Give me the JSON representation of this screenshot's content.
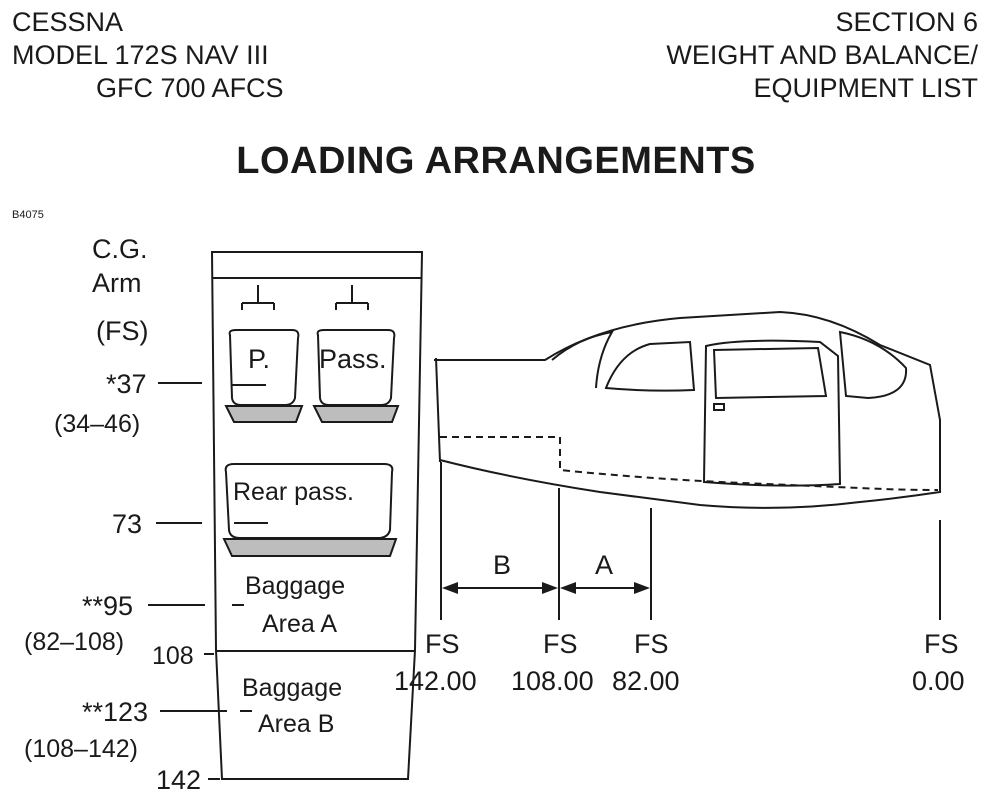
{
  "header": {
    "left": [
      "CESSNA",
      "MODEL 172S NAV III",
      "GFC 700 AFCS"
    ],
    "right": [
      "SECTION 6",
      "WEIGHT AND BALANCE/",
      "EQUIPMENT LIST"
    ]
  },
  "title": "LOADING ARRANGEMENTS",
  "figure_id": "B4075",
  "cg_arm": {
    "heading": [
      "C.G.",
      "Arm",
      "(FS)"
    ],
    "stations": [
      {
        "label": "*37",
        "range": "(34–46)"
      },
      {
        "label": "73",
        "range": ""
      },
      {
        "label": "**95",
        "range": "(82–108)"
      },
      {
        "label": "108",
        "range": ""
      },
      {
        "label": "**123",
        "range": "(108–142)"
      },
      {
        "label": "142",
        "range": ""
      }
    ]
  },
  "seats": {
    "pilot": "P.",
    "passenger": "Pass.",
    "rear": "Rear pass."
  },
  "baggage": {
    "area_a": [
      "Baggage",
      "Area A"
    ],
    "area_b": [
      "Baggage",
      "Area B"
    ]
  },
  "side_view": {
    "dimension_b": "B",
    "dimension_a": "A",
    "stations": [
      {
        "label": "FS",
        "value": "142.00"
      },
      {
        "label": "FS",
        "value": "108.00"
      },
      {
        "label": "FS",
        "value": "82.00"
      },
      {
        "label": "FS",
        "value": "0.00"
      }
    ]
  }
}
